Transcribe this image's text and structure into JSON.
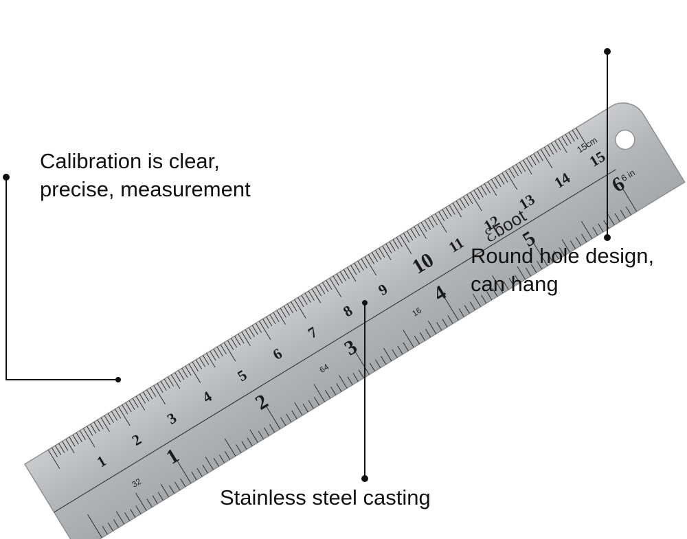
{
  "callouts": {
    "calibration": {
      "line1": "Calibration is clear,",
      "line2": "precise, measurement"
    },
    "hole": {
      "line1": "Round hole design,",
      "line2": "can hang"
    },
    "steel": {
      "line1": "Stainless steel casting"
    }
  },
  "ruler": {
    "brand": "ℰboot",
    "cm_unit_label": "15cm",
    "inch_unit_label": "6 in",
    "cm_numbers": [
      "1",
      "2",
      "3",
      "4",
      "5",
      "6",
      "7",
      "8",
      "9",
      "10",
      "11",
      "12",
      "13",
      "14",
      "15"
    ],
    "inch_numbers": [
      "1",
      "2",
      "3",
      "4",
      "5",
      "6"
    ],
    "fraction_labels": [
      "32",
      "64",
      "16"
    ],
    "material_color": "#b9bcbf"
  }
}
